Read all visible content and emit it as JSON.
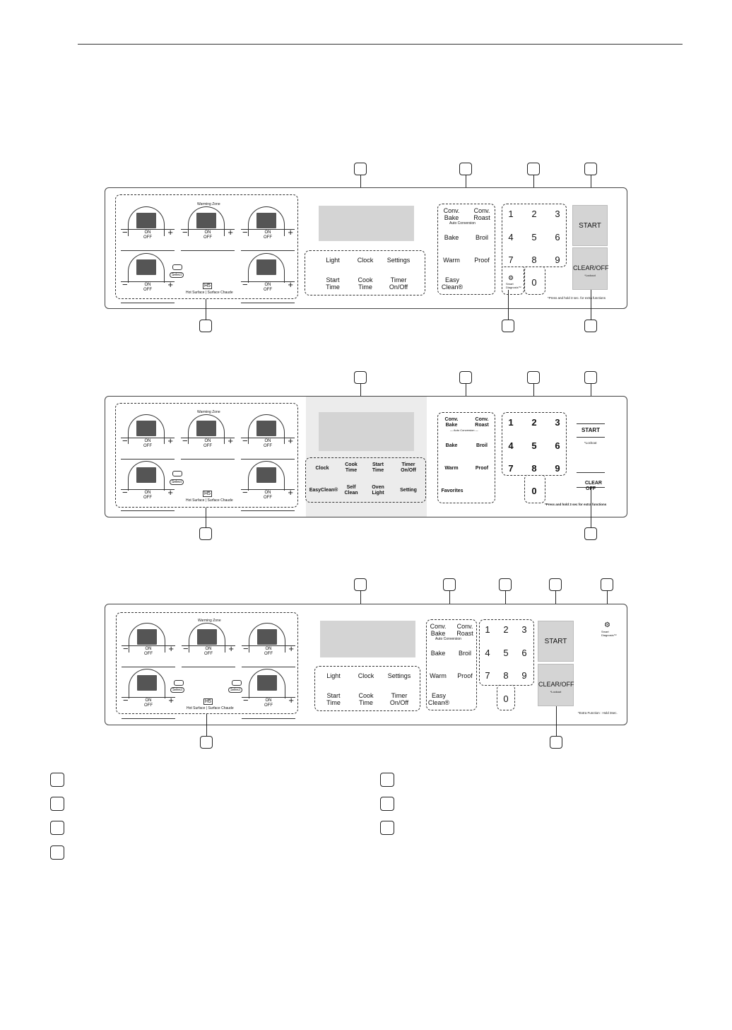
{
  "common": {
    "on_off": "ON\nOFF",
    "minus": "−",
    "plus": "+",
    "select": "Select",
    "warming_zone": "Warming Zone",
    "hot_surface": "Hot Surface  |  Surface Chaude",
    "hs_symbol": "H5"
  },
  "panel1": {
    "keys": {
      "light": "Light",
      "clock": "Clock",
      "settings": "Settings",
      "start_time": "Start\nTime",
      "cook_time": "Cook\nTime",
      "timer": "Timer\nOn/Off",
      "conv_bake": "Conv.\nBake",
      "conv_roast": "Conv.\nRoast",
      "auto_conv": "Auto Conversion",
      "bake": "Bake",
      "broil": "Broil",
      "warm": "Warm",
      "proof": "Proof",
      "easy_clean": "Easy\nClean®"
    },
    "numbers": [
      "1",
      "2",
      "3",
      "4",
      "5",
      "6",
      "7",
      "8",
      "9",
      "0"
    ],
    "smart_diagnosis": "Smart\nDiagnosis™",
    "start": "START",
    "clear_off": "CLEAR/OFF",
    "lockout": "*Lockout",
    "note": "*Press and hold 3 sec. for extra functions"
  },
  "panel2": {
    "keys": {
      "clock": "Clock",
      "cook_time": "Cook\nTime",
      "start_time": "Start\nTime",
      "timer": "Timer\nOn/Off",
      "easy_clean": "EasyClean®",
      "self_clean": "Self\nClean",
      "oven_light": "Oven\nLight",
      "setting": "Setting",
      "conv_bake": "Conv.\nBake",
      "conv_roast": "Conv.\nRoast",
      "auto_conv": "— Auto Conversion —",
      "bake": "Bake",
      "broil": "Broil",
      "warm": "Warm",
      "proof": "Proof",
      "favorites": "Favorites"
    },
    "numbers": [
      "1",
      "2",
      "3",
      "4",
      "5",
      "6",
      "7",
      "8",
      "9",
      "0"
    ],
    "start": "START",
    "lockout": "*Lockout",
    "clear": "CLEAR\nOFF",
    "note": "*Press and hold 3 sec for extra functions"
  },
  "panel3": {
    "keys": {
      "light": "Light",
      "clock": "Clock",
      "settings": "Settings",
      "start_time": "Start\nTime",
      "cook_time": "Cook\nTime",
      "timer": "Timer\nOn/Off",
      "conv_bake": "Conv.\nBake",
      "conv_roast": "Conv.\nRoast",
      "auto_conv": "Auto Conversion",
      "bake": "Bake",
      "broil": "Broil",
      "warm": "Warm",
      "proof": "Proof",
      "easy_clean": "Easy\nClean®"
    },
    "numbers": [
      "1",
      "2",
      "3",
      "4",
      "5",
      "6",
      "7",
      "8",
      "9",
      "0"
    ],
    "smart_diagnosis": "Smart\nDiagnosis™",
    "start": "START",
    "clear_off": "CLEAR/OFF",
    "lockout": "*Lockout",
    "note": "*Extra Function : Hold 3sec."
  }
}
